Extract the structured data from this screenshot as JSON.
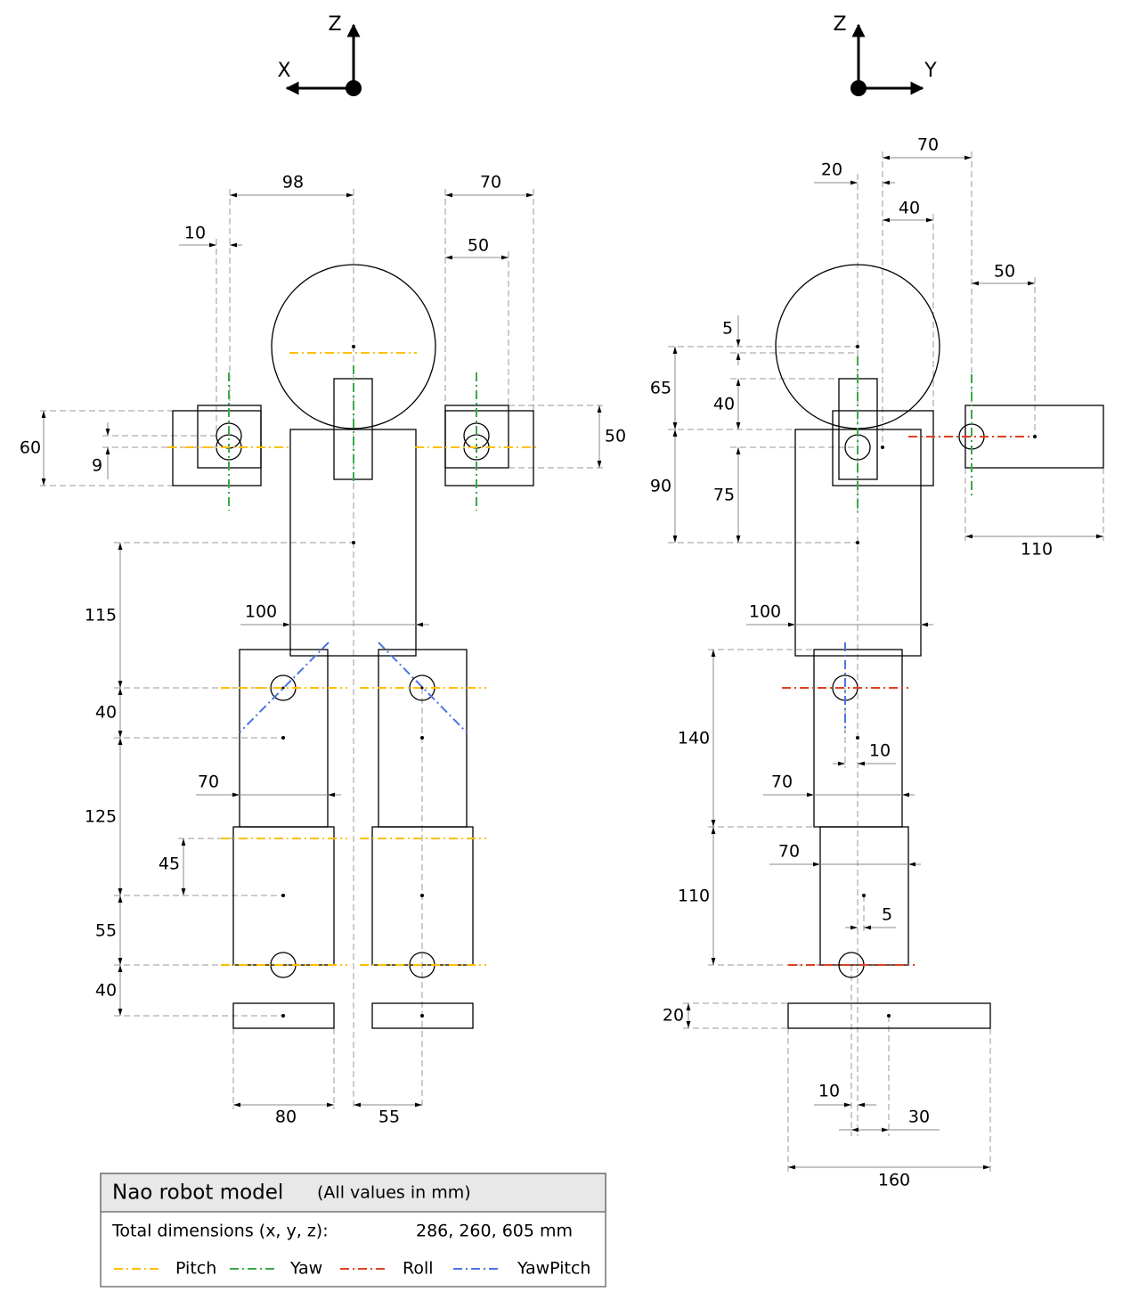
{
  "axes_front": {
    "vertical": "Z",
    "horizontal": "X"
  },
  "axes_side": {
    "vertical": "Z",
    "horizontal": "Y"
  },
  "front": {
    "dims": [
      "98",
      "70",
      "50",
      "10",
      "60",
      "9",
      "50",
      "115",
      "100",
      "40",
      "125",
      "70",
      "45",
      "55",
      "40",
      "80",
      "55"
    ]
  },
  "side": {
    "dims": [
      "70",
      "20",
      "40",
      "50",
      "5",
      "65",
      "40",
      "90",
      "75",
      "110",
      "100",
      "140",
      "10",
      "70",
      "70",
      "110",
      "5",
      "20",
      "10",
      "30",
      "160"
    ]
  },
  "legend": {
    "title": "Nao robot model",
    "units": "(All values in mm)",
    "dims_label": "Total dimensions (x, y, z):",
    "dims_value": "286, 260, 605 mm",
    "items": [
      {
        "label": "Pitch",
        "color": "#ffbf00"
      },
      {
        "label": "Yaw",
        "color": "#3aa84a"
      },
      {
        "label": "Roll",
        "color": "#e04020"
      },
      {
        "label": "YawPitch",
        "color": "#4a74e0"
      }
    ]
  }
}
